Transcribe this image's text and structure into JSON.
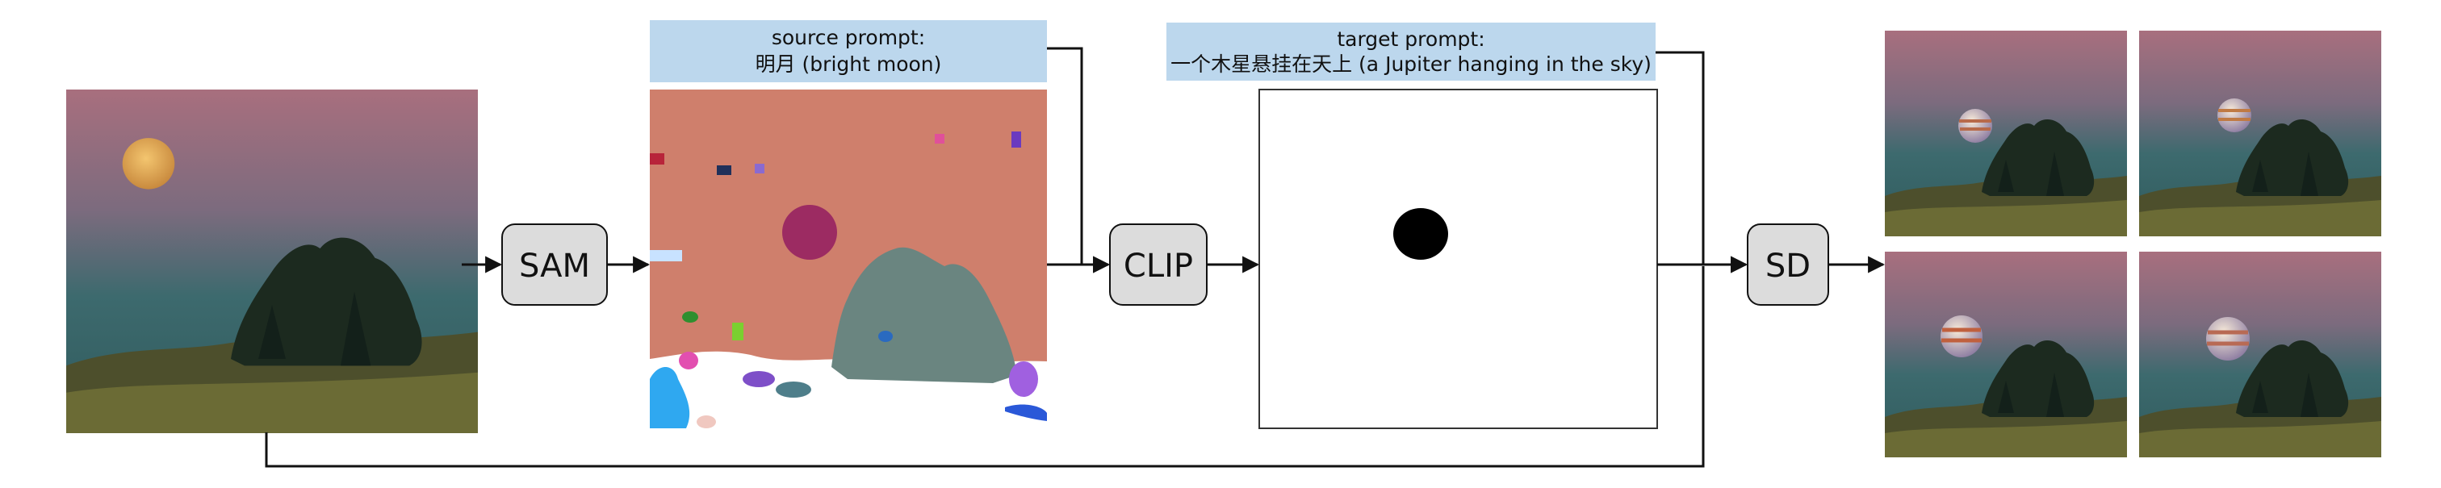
{
  "pipeline": {
    "nodes": {
      "sam": "SAM",
      "clip": "CLIP",
      "sd": "SD"
    },
    "source_prompt": {
      "title": "source prompt:",
      "text": "明月 (bright moon)"
    },
    "target_prompt": {
      "title": "target prompt:",
      "text": "一个木星悬挂在天上 (a Jupiter hanging in the sky)"
    },
    "input_image": "sunset landscape photo with full moon above a tree",
    "segmentation_map": "color-coded segmentation mask of the input photo",
    "mask_image": "binary mask with a single black circle",
    "outputs": [
      "output 1: Jupiter in place of the moon",
      "output 2: Jupiter in place of the moon",
      "output 3: Jupiter in place of the moon",
      "output 4: Jupiter in place of the moon"
    ]
  },
  "colors": {
    "prompt_box": "#bcd7ed",
    "node_fill": "#dcdcdc",
    "sky_top": "#a86f7e",
    "sky_bottom": "#3d6a6e",
    "segment_bg": "#cf7f6c",
    "segment_tree": "#6a8580",
    "segment_moon": "#9c2b62"
  }
}
